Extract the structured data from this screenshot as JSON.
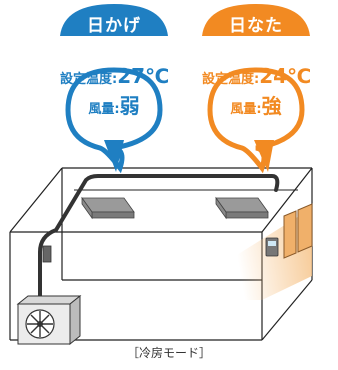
{
  "left_bubble": {
    "title": "日かげ",
    "temp_label": "設定温度:",
    "temp_value": "27℃",
    "wind_label": "風量:",
    "wind_value": "弱",
    "color": "#1f7fc2"
  },
  "right_bubble": {
    "title": "日なた",
    "temp_label": "設定温度:",
    "temp_value": "24℃",
    "wind_label": "風量:",
    "wind_value": "強",
    "color": "#f28a22"
  },
  "caption": "［冷房モード］",
  "colors": {
    "outline": "#222222",
    "duct": "#333333",
    "unit_gray": "#9a9a9a",
    "sun_glow": "#f6c48a"
  }
}
